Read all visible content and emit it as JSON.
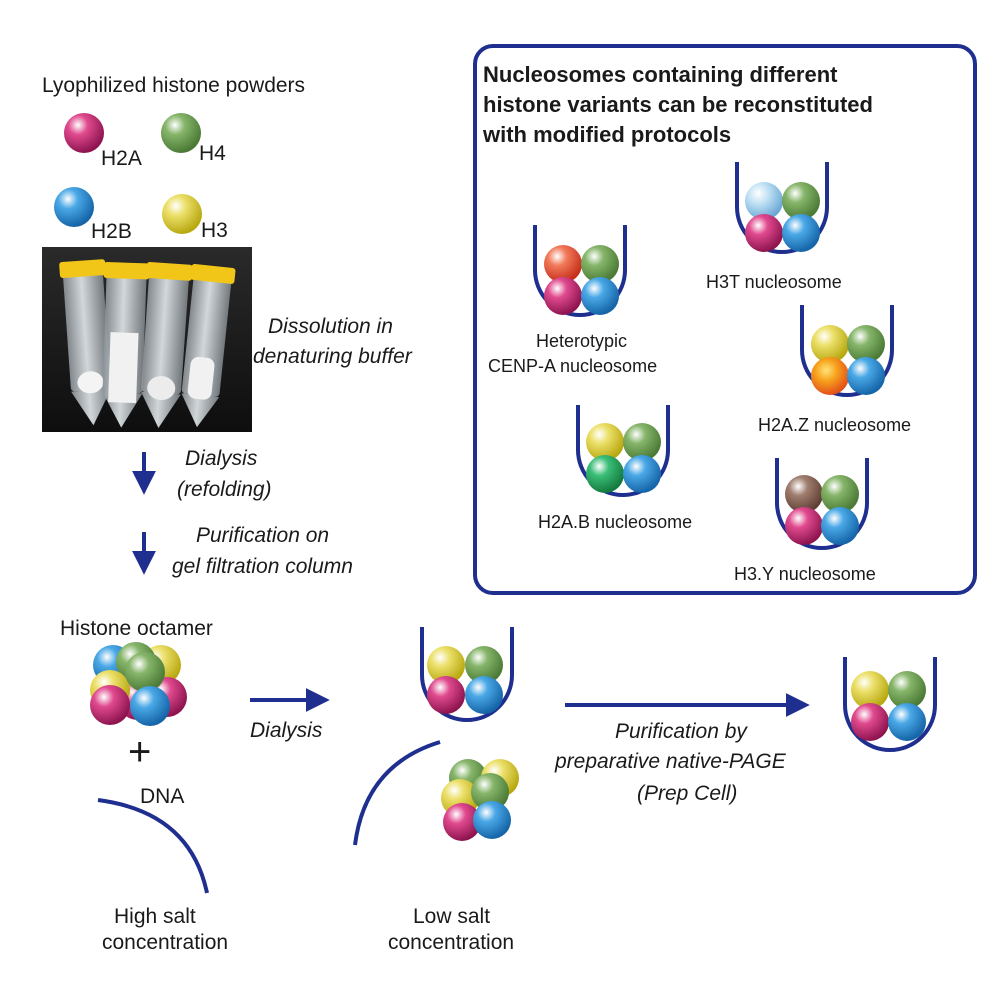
{
  "colors": {
    "H2A": "#b01f63",
    "H4": "#5f9146",
    "H2B": "#1f82c8",
    "H3": "#d6c81a",
    "H3T": "#8fc4e6",
    "CENPA": "#e04e2a",
    "H2AZ": "#f08a0c",
    "H2AB": "#1f9a52",
    "H3Y": "#7a5648",
    "navy": "#1f2f8f"
  },
  "powders": {
    "title": "Lyophilized histone powders",
    "h2a": "H2A",
    "h4": "H4",
    "h2b": "H2B",
    "h3": "H3"
  },
  "steps": {
    "dissolution_1": "Dissolution in",
    "dissolution_2": "denaturing buffer",
    "dialysis_1": "Dialysis",
    "dialysis_2": "(refolding)",
    "purification_1": "Purification on",
    "purification_2": "gel filtration column"
  },
  "bottom": {
    "octamer": "Histone octamer",
    "plus": "+",
    "dna": "DNA",
    "dialysis": "Dialysis",
    "high_salt_1": "High salt",
    "high_salt_2": "concentration",
    "low_salt_1": "Low salt",
    "low_salt_2": "concentration",
    "prep_1": "Purification by",
    "prep_2": "preparative native-PAGE",
    "prep_3": "(Prep Cell)"
  },
  "variants": {
    "title_1": "Nucleosomes containing different",
    "title_2": "histone variants can be reconstituted",
    "title_3": "with modified protocols",
    "cenpa_1": "Heterotypic",
    "cenpa_2": "CENP-A nucleosome",
    "h3t": "H3T nucleosome",
    "h2az": "H2A.Z nucleosome",
    "h2ab": "H2A.B nucleosome",
    "h3y": "H3.Y nucleosome"
  }
}
